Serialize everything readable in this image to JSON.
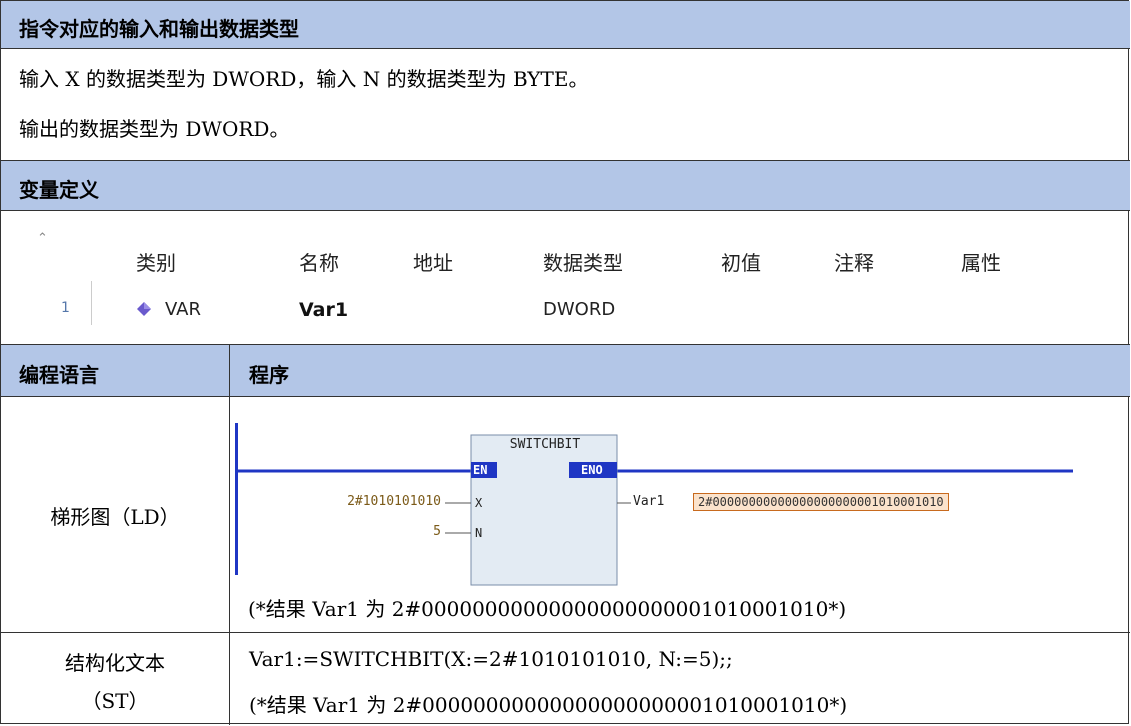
{
  "section1": {
    "title": "指令对应的输入和输出数据类型",
    "line1": "输入 X 的数据类型为 DWORD，输入 N 的数据类型为 BYTE。",
    "line2": "输出的数据类型为 DWORD。"
  },
  "section2": {
    "title": "变量定义",
    "var_table": {
      "columns": [
        "类别",
        "名称",
        "地址",
        "数据类型",
        "初值",
        "注释",
        "属性"
      ],
      "rows": [
        {
          "index": "1",
          "category": "VAR",
          "name": "Var1",
          "address": "",
          "type": "DWORD",
          "init": "",
          "comment": "",
          "attr": ""
        }
      ]
    }
  },
  "section3": {
    "col1_header": "编程语言",
    "col2_header": "程序",
    "ld": {
      "label": "梯形图（LD）",
      "block_name": "SWITCHBIT",
      "en": "EN",
      "eno": "ENO",
      "in_x_label": "X",
      "in_n_label": "N",
      "in_x_value": "2#1010101010",
      "in_n_value": "5",
      "out_var": "Var1",
      "out_value": "2#00000000000000000000001010001010",
      "comment": "(*结果 Var1 为 2#00000000000000000000001010001010*)"
    },
    "st": {
      "label_line1": "结构化文本",
      "label_line2": "（ST）",
      "code": "Var1:=SWITCHBIT(X:=2#1010101010, N:=5);;",
      "comment": "(*结果 Var1 为 2#00000000000000000000001010001010*)"
    }
  },
  "colors": {
    "header_bg": "#b3c6e7",
    "rung_blue": "#1f36c4",
    "block_bg": "#e3ebf3",
    "value_bg": "#fbe3cc",
    "value_border": "#c86a1e"
  }
}
